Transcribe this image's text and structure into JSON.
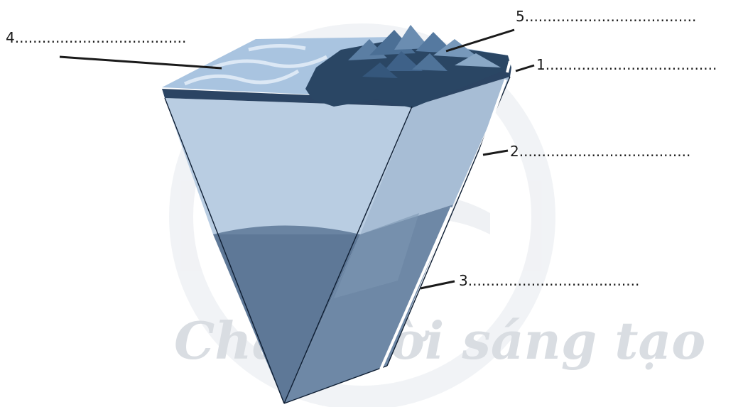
{
  "diagram": {
    "labels": [
      {
        "id": "1",
        "text": "1......................................"
      },
      {
        "id": "2",
        "text": "2......................................"
      },
      {
        "id": "3",
        "text": "3......................................"
      },
      {
        "id": "4",
        "text": "4......................................"
      },
      {
        "id": "5",
        "text": "5......................................"
      }
    ],
    "watermark": "Chân trời sáng tạo"
  },
  "colors": {
    "outline": "#0e1e33",
    "crust_top": "#a9c4e0",
    "crust_dark": "#243b57",
    "mantle_left": "#b7cbe1",
    "mantle_right": "#a9bfd6",
    "core_left": "#5f7a98",
    "core_right": "#6b86a4",
    "watermark": "#d9dde2"
  }
}
